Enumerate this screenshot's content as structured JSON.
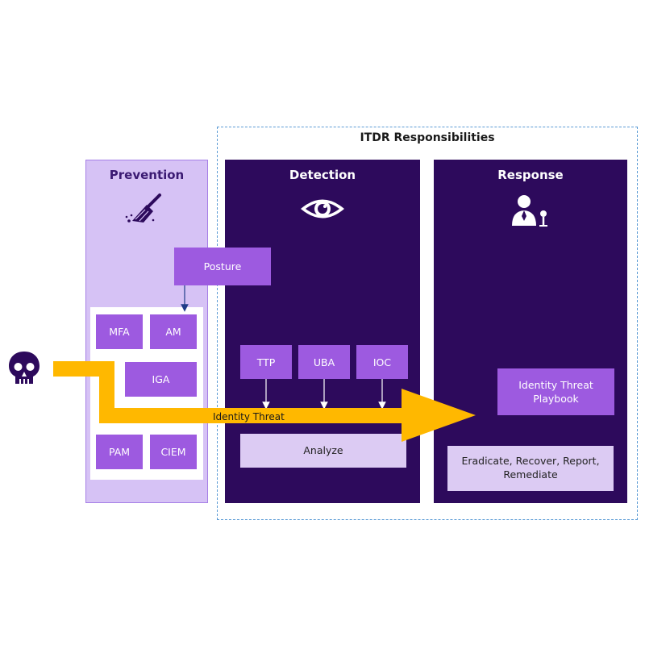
{
  "itdr": {
    "title": "ITDR Responsibilities"
  },
  "prevention": {
    "title": "Prevention",
    "icon": "broom-icon",
    "chips": {
      "mfa": "MFA",
      "am": "AM",
      "iga": "IGA",
      "pam": "PAM",
      "ciem": "CIEM"
    }
  },
  "posture": {
    "label": "Posture"
  },
  "detection": {
    "title": "Detection",
    "icon": "eye-icon",
    "chips": {
      "ttp": "TTP",
      "uba": "UBA",
      "ioc": "IOC"
    },
    "analyze": "Analyze"
  },
  "response": {
    "title": "Response",
    "icon": "person-speaking-icon",
    "playbook": "Identity Threat Playbook",
    "actions": "Eradicate, Recover, Report, Remediate"
  },
  "threat": {
    "label": "Identity Threat",
    "icon": "skull-icon"
  },
  "colors": {
    "dark_purple": "#2d0a5c",
    "light_lavender": "#d6c2f5",
    "chip_purple": "#9d5ae0",
    "arrow_yellow": "#ffb800",
    "dashed_border": "#5b9bd5"
  }
}
